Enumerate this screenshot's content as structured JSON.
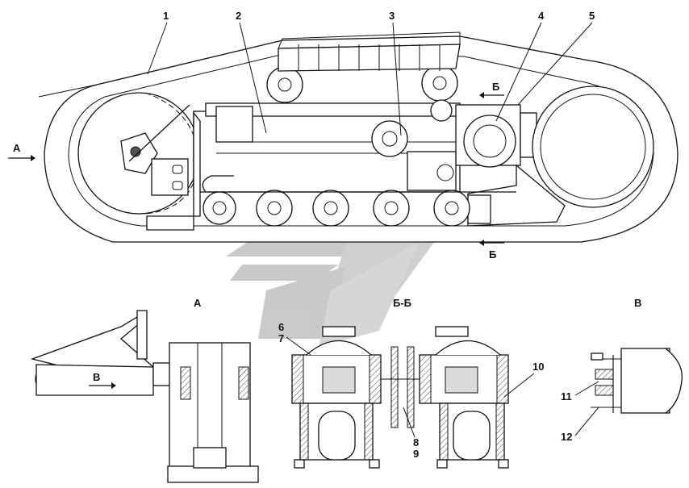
{
  "callouts": {
    "c1": "1",
    "c2": "2",
    "c3": "3",
    "c4": "4",
    "c5": "5",
    "c6": "6",
    "c7": "7",
    "c8": "8",
    "c9": "9",
    "c10": "10",
    "c11": "11",
    "c12": "12"
  },
  "view_labels": {
    "a_arrow": "А",
    "a_view": "А",
    "b_top": "Б",
    "b_bottom": "Б",
    "bb_section": "Б-Б",
    "v_arrow": "В",
    "v_view": "В"
  },
  "colors": {
    "line": "#111111",
    "watermark": "#9e9e9e",
    "hatch": "#444444"
  }
}
